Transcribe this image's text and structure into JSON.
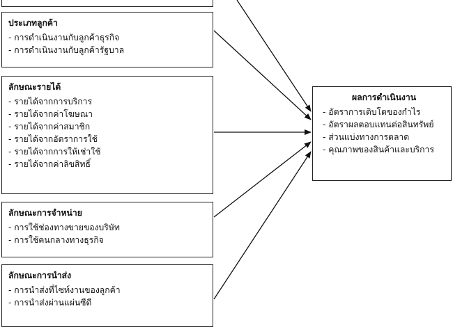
{
  "boxes": [
    {
      "title": "",
      "items": []
    },
    {
      "title": "ประเภทลูกค้า",
      "items": [
        "การดำเนินงานกับลูกค้าธุรกิจ",
        "การดำเนินงานกับลูกค้ารัฐบาล"
      ]
    },
    {
      "title": "ลักษณะรายได้",
      "items": [
        "รายได้จากการบริการ",
        "รายได้จากค่าโฆษณา",
        "รายได้จากค่าสมาชิก",
        "รายได้จากอัตราการใช้",
        "รายได้จากการให้เช่าใช้",
        "รายได้จากค่าลิขสิทธิ์"
      ]
    },
    {
      "title": "ลักษณะการจำหน่าย",
      "items": [
        "การใช้ช่องทางขายของบริษัท",
        "การใช้คนกลางทางธุรกิจ"
      ]
    },
    {
      "title": "ลักษณะการนำส่ง",
      "items": [
        "การนำส่งที่ไซท์งานของลูกค้า",
        "การนำส่งผ่านแผ่นซีดี"
      ]
    }
  ],
  "result": {
    "title": "ผลการดำเนินงาน",
    "items": [
      "อัตราการเติบโตของกำไร",
      "อัตราผลตอบแทนต่อสินทรัพย์",
      "ส่วนแบ่งทางการตลาด",
      "คุณภาพของสินค้าและบริการ"
    ]
  }
}
